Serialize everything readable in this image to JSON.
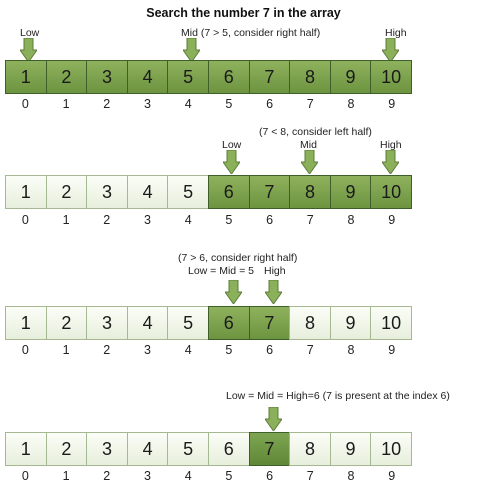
{
  "title": "Search the number 7 in the array",
  "indices": [
    "0",
    "1",
    "2",
    "3",
    "4",
    "5",
    "6",
    "7",
    "8",
    "9"
  ],
  "arrow_color": "#8bb05a",
  "active_color": "#7ea34f",
  "steps": [
    {
      "values": [
        "1",
        "2",
        "3",
        "4",
        "5",
        "6",
        "7",
        "8",
        "9",
        "10"
      ],
      "labels": {
        "low": "Low",
        "mid": "Mid (7 > 5, consider right half)",
        "high": "High"
      }
    },
    {
      "values": [
        "1",
        "2",
        "3",
        "4",
        "5",
        "6",
        "7",
        "8",
        "9",
        "10"
      ],
      "labels": {
        "note": "(7 < 8, consider left half)",
        "low": "Low",
        "mid": "Mid",
        "high": "High"
      }
    },
    {
      "values": [
        "1",
        "2",
        "3",
        "4",
        "5",
        "6",
        "7",
        "8",
        "9",
        "10"
      ],
      "labels": {
        "note": "(7 > 6, consider right half)",
        "lowmid": "Low = Mid = 5",
        "high": "High"
      }
    },
    {
      "values": [
        "1",
        "2",
        "3",
        "4",
        "5",
        "6",
        "7",
        "8",
        "9",
        "10"
      ],
      "labels": {
        "note": "Low = Mid = High=6 (7 is present at the index 6)"
      }
    }
  ]
}
